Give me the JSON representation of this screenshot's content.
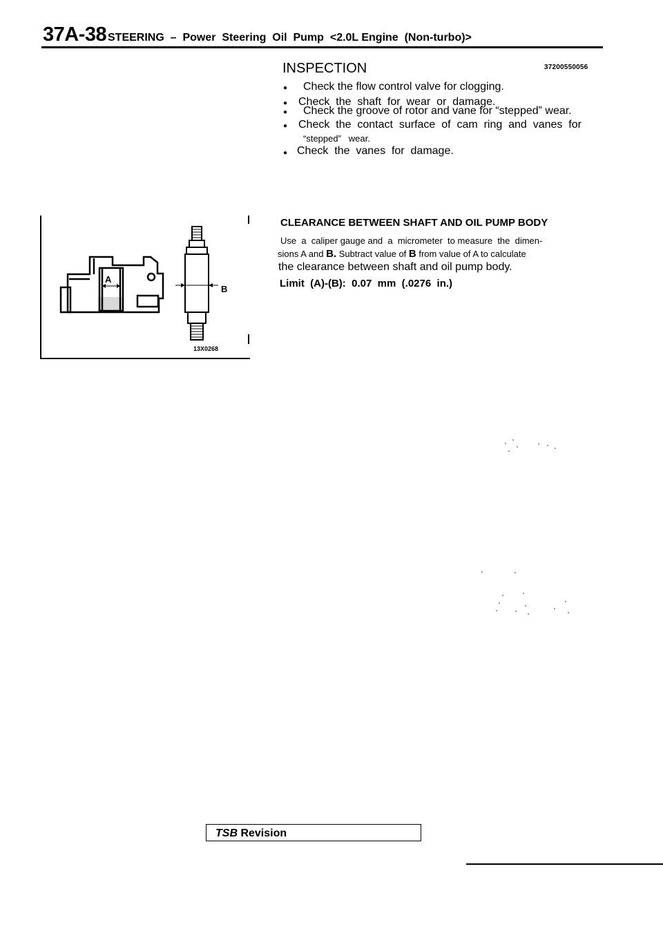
{
  "header": {
    "section_number": "37A-38",
    "title": "STEERING  –  Power  Steering  Oil  Pump  <2.0L Engine  (Non-turbo)>"
  },
  "inspection": {
    "title": "INSPECTION",
    "code": "37200550056",
    "bullets": [
      "Check the flow control valve for clogging.",
      "Check  the  shaft  for  wear  or  damage.",
      "Check the groove of rotor and vane for “stepped” wear.",
      "Check  the  contact  surface  of  cam  ring  and  vanes  for",
      "“stepped”   wear.",
      "Check  the  vanes  for  damage."
    ]
  },
  "figure": {
    "label_a": "A",
    "label_b": "B",
    "code": "13X0268"
  },
  "clearance": {
    "title": "CLEARANCE  BETWEEN  SHAFT  AND  OIL  PUMP  BODY",
    "line1": "Use  a  caliper gauge and  a  micrometer  to measure  the  dimen-",
    "line2a": "sions A and ",
    "line2b": "B.",
    "line2c": " Subtract value of ",
    "line2d": "B",
    "line2e": " from value of A to calculate",
    "line3": "the clearance between shaft and oil pump body.",
    "limit": "Limit  (A)-(B):  0.07  mm  (.0276  in.)"
  },
  "footer": {
    "tsb": "TSB",
    "revision": " Revision"
  }
}
